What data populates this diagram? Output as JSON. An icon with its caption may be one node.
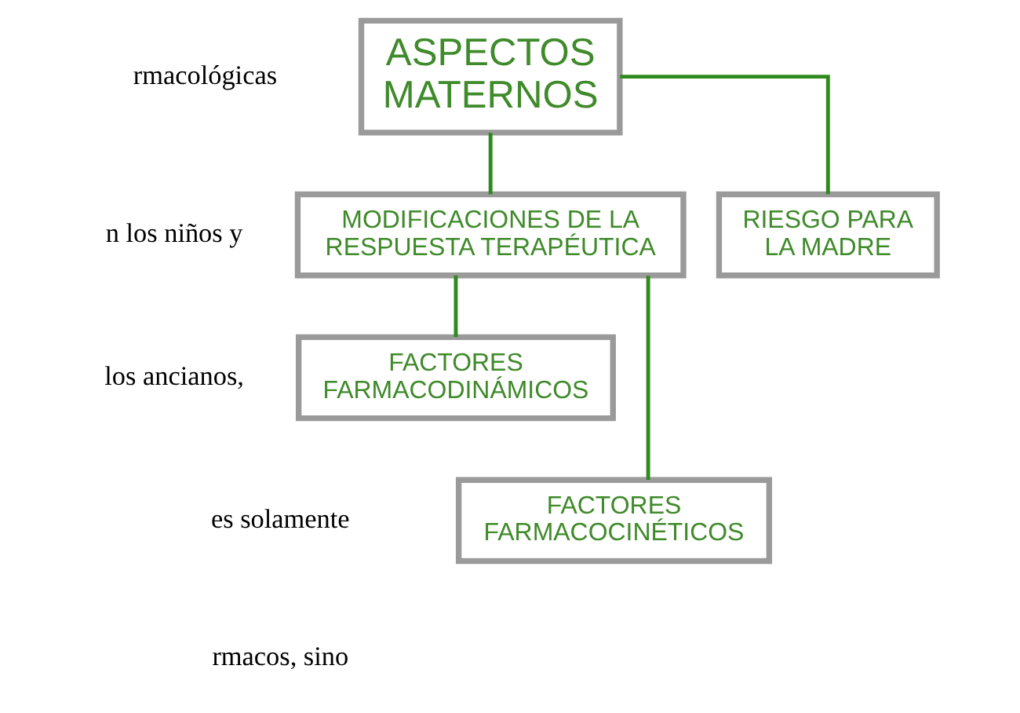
{
  "diagram": {
    "nodes": [
      {
        "text": [
          "ASPECTOS MATERNOS"
        ]
      },
      {
        "text": [
          "RIESGO PARA LA MADRE"
        ]
      },
      {
        "text": [
          "MODIFICACIONES DE LA RESPUESTA TERAPÉUTICA"
        ]
      },
      {
        "text": [
          "FACTORES FARMACOCINÉTICOS"
        ]
      },
      {
        "text": [
          "FACTORES FARMACODINÁMICOS"
        ]
      }
    ],
    "edges": [
      {
        "from": 0,
        "to": 1,
        "arrow": "none"
      },
      {
        "from": 0,
        "to": 2,
        "arrow": "none"
      },
      {
        "from": 2,
        "to": 3,
        "arrow": "none"
      },
      {
        "from": 2,
        "to": 4,
        "arrow": "none"
      }
    ],
    "labels": [
      "rmacológicas",
      "n los niños y",
      "los ancianos,",
      "es solamente",
      "rmacos, sino"
    ]
  }
}
